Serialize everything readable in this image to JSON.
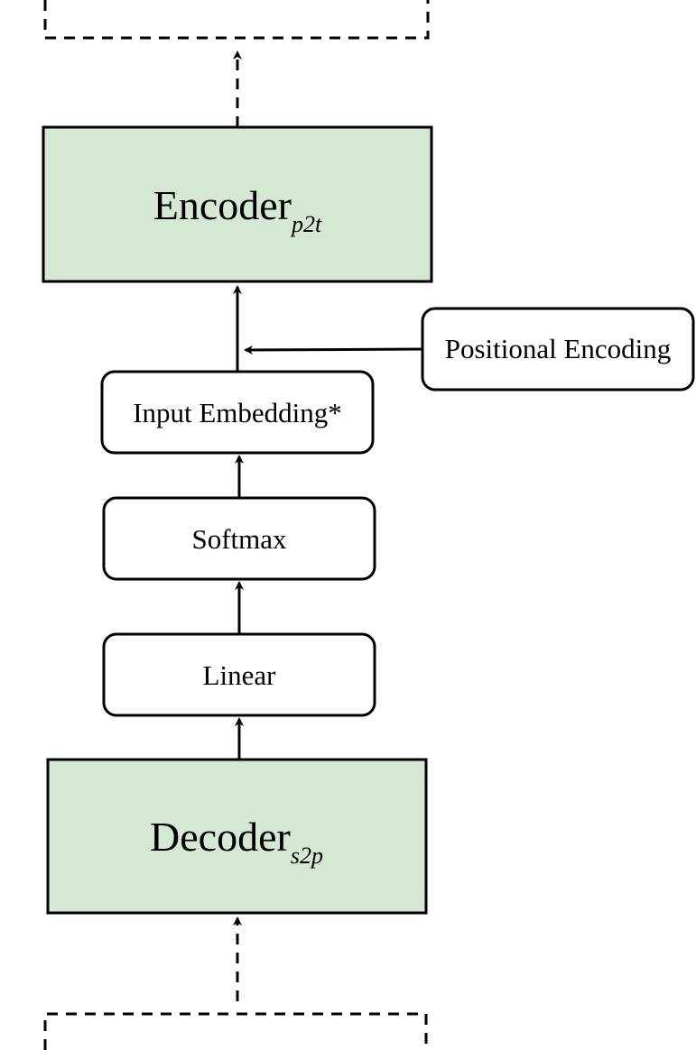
{
  "colors": {
    "stroke": "#000000",
    "main_block_fill": "#d5e8d4",
    "box_fill": "#ffffff"
  },
  "encoder": {
    "label": "Encoder",
    "subscript": "p2t"
  },
  "decoder": {
    "label": "Decoder",
    "subscript": "s2p"
  },
  "input_embedding": {
    "label": "Input Embedding*"
  },
  "positional_encoding": {
    "label": "Positional Encoding"
  },
  "softmax": {
    "label": "Softmax"
  },
  "linear": {
    "label": "Linear"
  }
}
